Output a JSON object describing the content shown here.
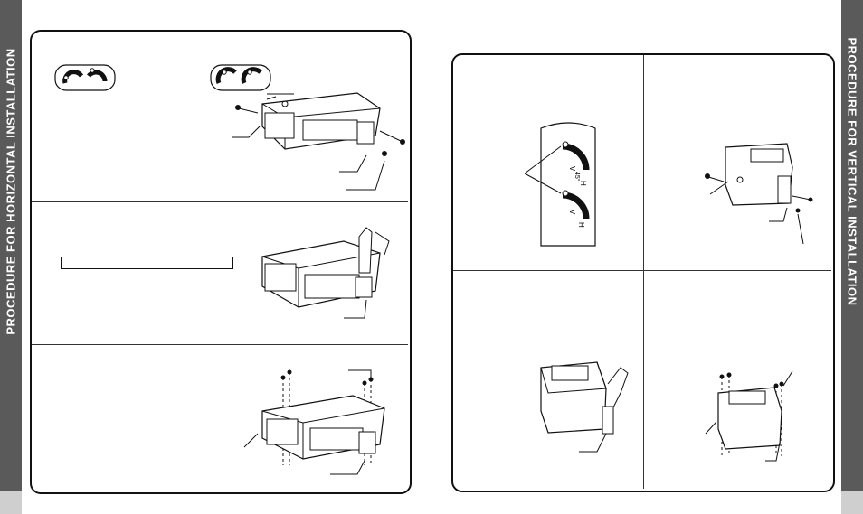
{
  "left_section": {
    "title": "PROCEDURE FOR HORIZONTAL INSTALLATION"
  },
  "right_section": {
    "title": "PROCEDURE FOR VERTICAL INSTALLATION"
  },
  "colors": {
    "side_bar": "#5a5a5a",
    "side_tab": "#cfcfcf",
    "line": "#111111"
  },
  "dial_marks": {
    "pair1": [
      "V",
      "H"
    ],
    "pair2": [
      "V",
      "45°",
      "H"
    ]
  }
}
